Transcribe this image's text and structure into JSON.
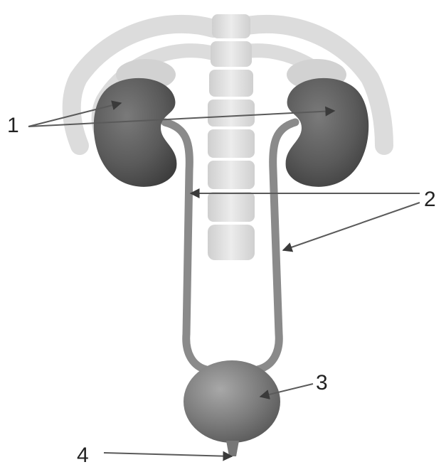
{
  "figure": {
    "labels": [
      {
        "id": "label-1",
        "text": "1"
      },
      {
        "id": "label-2",
        "text": "2"
      },
      {
        "id": "label-3",
        "text": "3"
      },
      {
        "id": "label-4",
        "text": "4"
      }
    ]
  },
  "colors": {
    "background": "#ffffff",
    "kidney": "#5c5c5c",
    "ureter": "#8a8a8a",
    "bladder": "#777777",
    "skeleton": "#d9d9d9",
    "leader": "#5a5a5a"
  }
}
